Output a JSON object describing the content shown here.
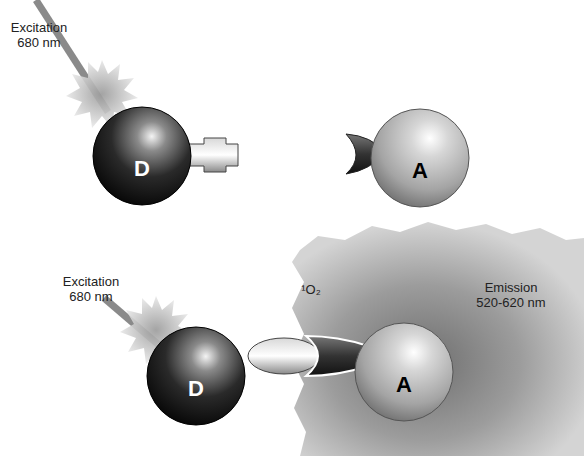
{
  "diagram": {
    "nodes": [
      {
        "text": [
          "D"
        ]
      },
      {
        "text": [
          "A"
        ]
      },
      {
        "text": [
          "D"
        ]
      },
      {
        "text": [
          "A"
        ]
      }
    ],
    "labels": [
      "Excitation 680 nm",
      "Excitation 680 nm",
      "¹O₂",
      "Emission 520-620 nm"
    ]
  }
}
